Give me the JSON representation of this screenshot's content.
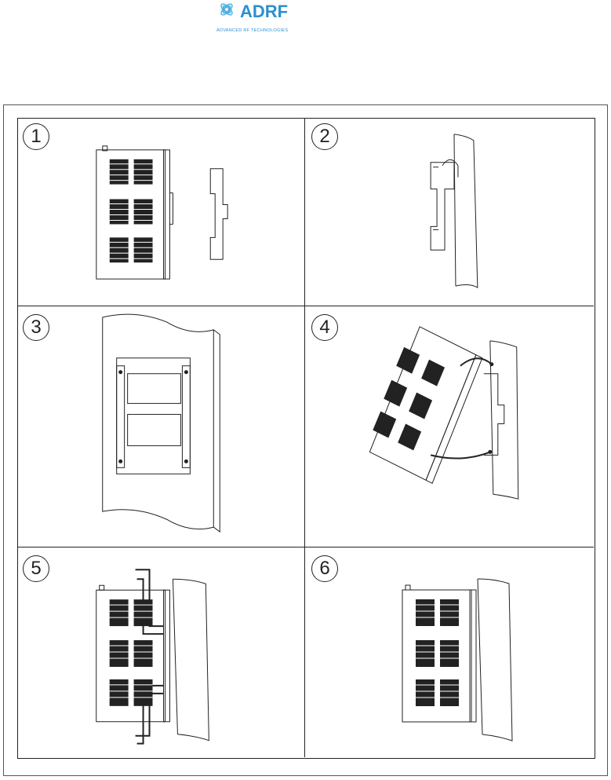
{
  "header": {
    "logo": {
      "wordmark": "ADRF",
      "tagline": "ADVANCED RF TECHNOLOGIES",
      "colors": {
        "mark": "#3aa3d8",
        "wordmark": "#2b8fcf"
      }
    }
  },
  "steps": [
    {
      "number": "1"
    },
    {
      "number": "2"
    },
    {
      "number": "3"
    },
    {
      "number": "4"
    },
    {
      "number": "5"
    },
    {
      "number": "6"
    }
  ]
}
